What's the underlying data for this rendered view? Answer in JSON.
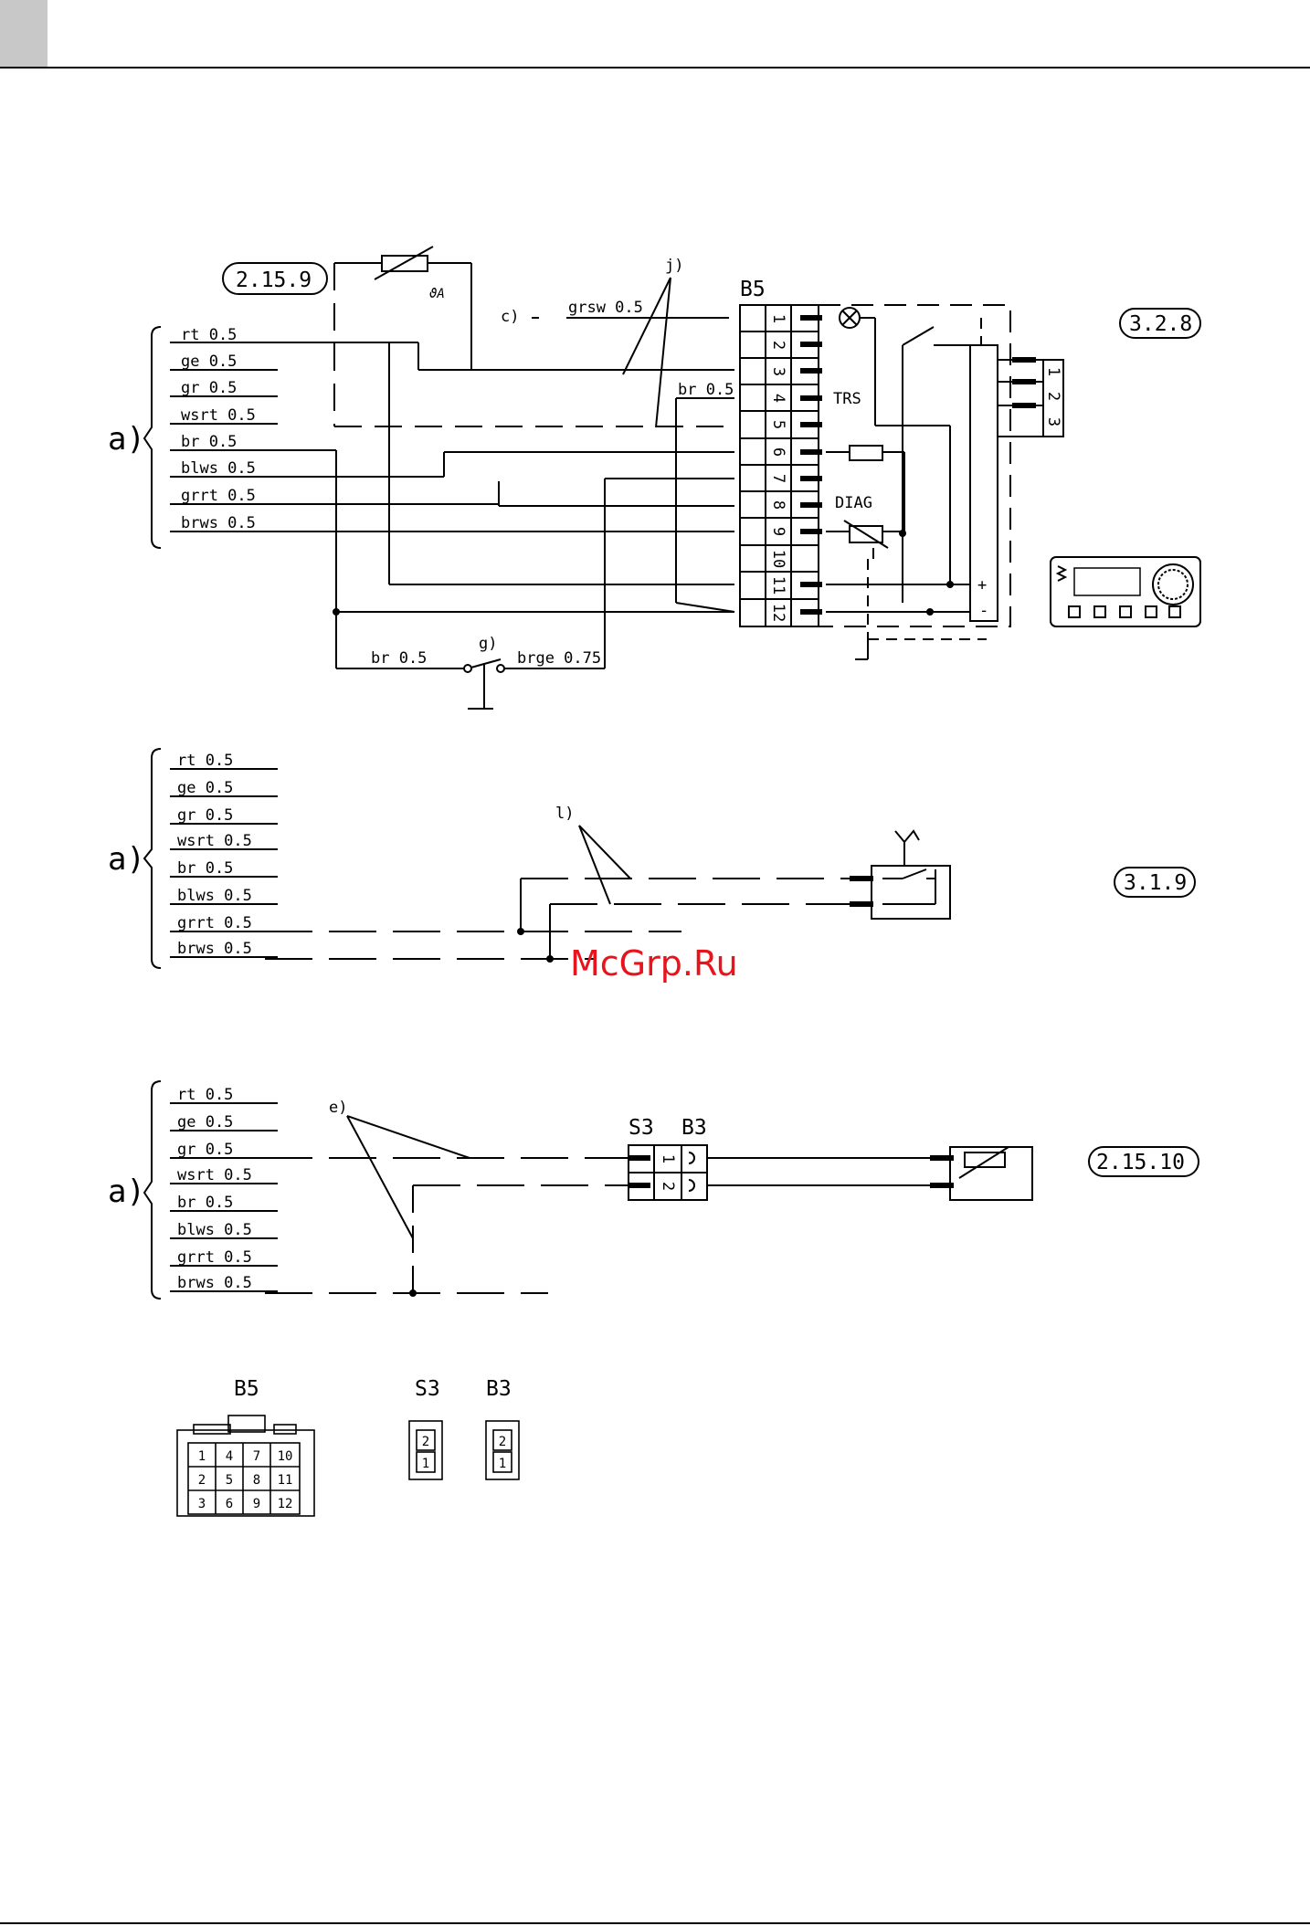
{
  "watermark": "McGrp.Ru",
  "cable_group_label": "a)",
  "wires": [
    "rt 0.5",
    "ge 0.5",
    "gr 0.5",
    "wsrt 0.5",
    "br 0.5",
    "blws 0.5",
    "grrt 0.5",
    "brws 0.5"
  ],
  "section1": {
    "ref_left": "2.15.9",
    "ref_right": "3.2.8",
    "connector": "B5",
    "pins": [
      "1",
      "2",
      "3",
      "4",
      "5",
      "6",
      "7",
      "8",
      "9",
      "10",
      "11",
      "12"
    ],
    "label_c": "c)",
    "wire_grsw": "grsw 0.5",
    "label_j": "j)",
    "wire_br_pin4": "br 0.5",
    "wire_br_bottom": "br 0.5",
    "wire_brge": "brge 0.75",
    "label_g": "g)",
    "block_trs": "TRS",
    "block_diag": "DIAG",
    "plus": "+",
    "minus": "-",
    "side_pins": [
      "1",
      "2",
      "3"
    ]
  },
  "section2": {
    "ref_right": "3.1.9",
    "label_l": "l)"
  },
  "section3": {
    "ref_right": "2.15.10",
    "label_e": "e)",
    "conn_s": "S3",
    "conn_b": "B3",
    "pins": [
      "1",
      "2"
    ]
  },
  "connectors_view": {
    "b5_title": "B5",
    "b5_grid": [
      [
        "1",
        "4",
        "7",
        "10"
      ],
      [
        "2",
        "5",
        "8",
        "11"
      ],
      [
        "3",
        "6",
        "9",
        "12"
      ]
    ],
    "s3_title": "S3",
    "b3_title": "B3",
    "s3_pins": [
      "2",
      "1"
    ],
    "b3_pins": [
      "2",
      "1"
    ]
  }
}
